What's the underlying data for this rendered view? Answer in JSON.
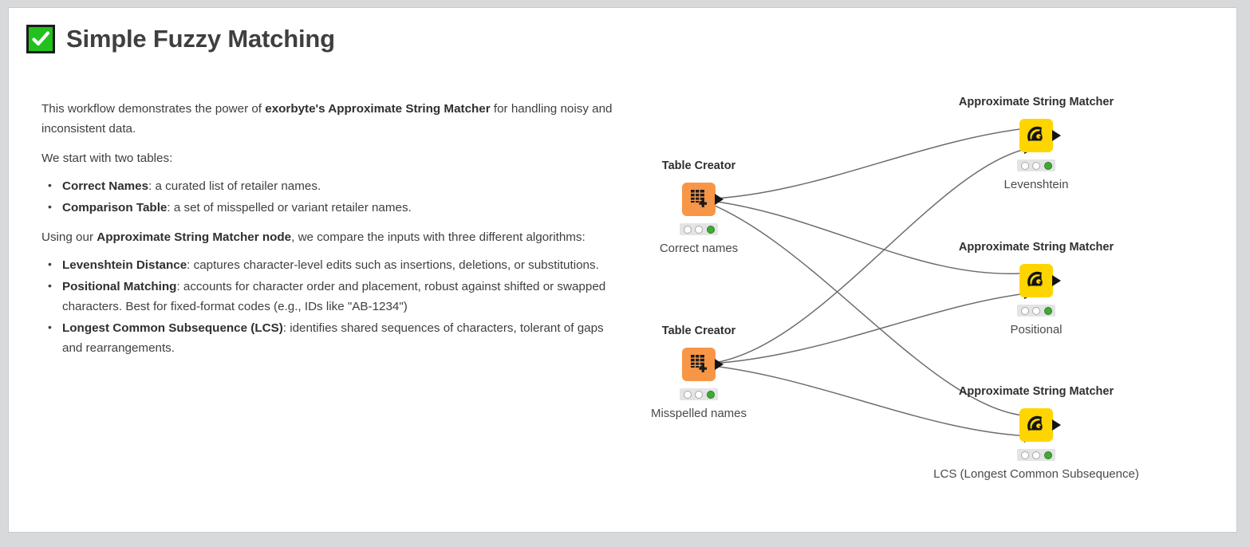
{
  "header": {
    "status_icon": "green-check-icon",
    "title": "Simple Fuzzy Matching",
    "check_color": "#22c11e"
  },
  "description": {
    "intro_before": "This workflow demonstrates the power of ",
    "intro_bold": "exorbyte's Approximate String Matcher",
    "intro_after": " for handling noisy and inconsistent data.",
    "tables_lead": "We start with two tables:",
    "tables": [
      {
        "term": "Correct Names",
        "definition": ": a curated list of retailer names."
      },
      {
        "term": "Comparison Table",
        "definition": ": a set of misspelled or variant retailer names."
      }
    ],
    "algorithms_lead_before": "Using our ",
    "algorithms_lead_bold": "Approximate String Matcher node",
    "algorithms_lead_after": ", we compare the inputs with three different algorithms:",
    "algorithms": [
      {
        "term": "Levenshtein Distance",
        "definition": ": captures character-level edits such as insertions, deletions, or substitutions."
      },
      {
        "term": "Positional Matching",
        "definition": ": accounts for character order and placement, robust against shifted or swapped characters. Best for fixed-format codes (e.g., IDs like \"AB-1234\")"
      },
      {
        "term": "Longest Common Subsequence (LCS)",
        "definition": ": identifies shared sequences of characters, tolerant of gaps and rearrangements."
      }
    ]
  },
  "workflow": {
    "colors": {
      "table_creator": "#f79646",
      "matcher": "#ffd500",
      "status_ok": "#3fab34",
      "status_idle": "#ffffff"
    },
    "sources": [
      {
        "title": "Table Creator",
        "label": "Correct names",
        "icon": "table-plus-icon"
      },
      {
        "title": "Table Creator",
        "label": "Misspelled names",
        "icon": "table-plus-icon"
      }
    ],
    "matchers": [
      {
        "title": "Approximate String Matcher",
        "label": "Levenshtein",
        "icon": "string-matcher-icon"
      },
      {
        "title": "Approximate String Matcher",
        "label": "Positional",
        "icon": "string-matcher-icon"
      },
      {
        "title": "Approximate String Matcher",
        "label": "LCS (Longest Common Subsequence)",
        "icon": "string-matcher-icon"
      }
    ]
  }
}
